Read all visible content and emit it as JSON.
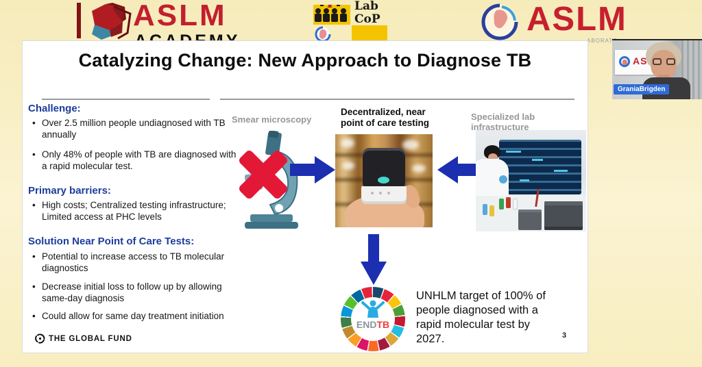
{
  "header": {
    "aslm_academy": {
      "title": "ASLM",
      "subtitle": "ACADEMY"
    },
    "labcop": {
      "line1": "Lab",
      "line2": "CoP"
    },
    "aslm": {
      "title": "ASLM",
      "tagline_fragment": "ABORATO"
    }
  },
  "webcam": {
    "name": "GraniaBrigden",
    "banner_logo_text": "ASL"
  },
  "slide": {
    "title": "Catalyzing Change: New Approach to Diagnose TB",
    "challenge": {
      "heading": "Challenge:",
      "bullets": [
        "Over 2.5 million people undiagnosed with TB annually",
        "Only 48% of people with TB are diagnosed with a rapid molecular test."
      ]
    },
    "barriers": {
      "heading": "Primary barriers:",
      "bullets": [
        "High costs; Centralized testing infrastructure; Limited access at PHC levels"
      ]
    },
    "solution": {
      "heading": "Solution Near Point of Care Tests:",
      "bullets": [
        "Potential to increase access to TB molecular diagnostics",
        "Decrease initial loss to follow up by allowing same-day diagnosis",
        "Could allow for same day treatment initiation"
      ]
    },
    "labels": {
      "smear": "Smear microscopy",
      "decentralized": "Decentralized, near point of care testing",
      "specialized": "Specialized lab infrastructure"
    },
    "endtb": {
      "end": "END",
      "tb": "TB"
    },
    "unhlm_text": "UNHLM target of 100% of people diagnosed with a rapid molecular test by 2027.",
    "global_fund": "THE GLOBAL FUND",
    "page_number": "3"
  },
  "colors": {
    "background_yellow": "#f9efc6",
    "heading_blue": "#1c3c9e",
    "arrow_blue": "#1c2fb0",
    "red_x": "#e31837",
    "aslm_red": "#c6202f",
    "nametag_blue": "#2e6bd6",
    "labcop_yellow": "#f5c400"
  }
}
